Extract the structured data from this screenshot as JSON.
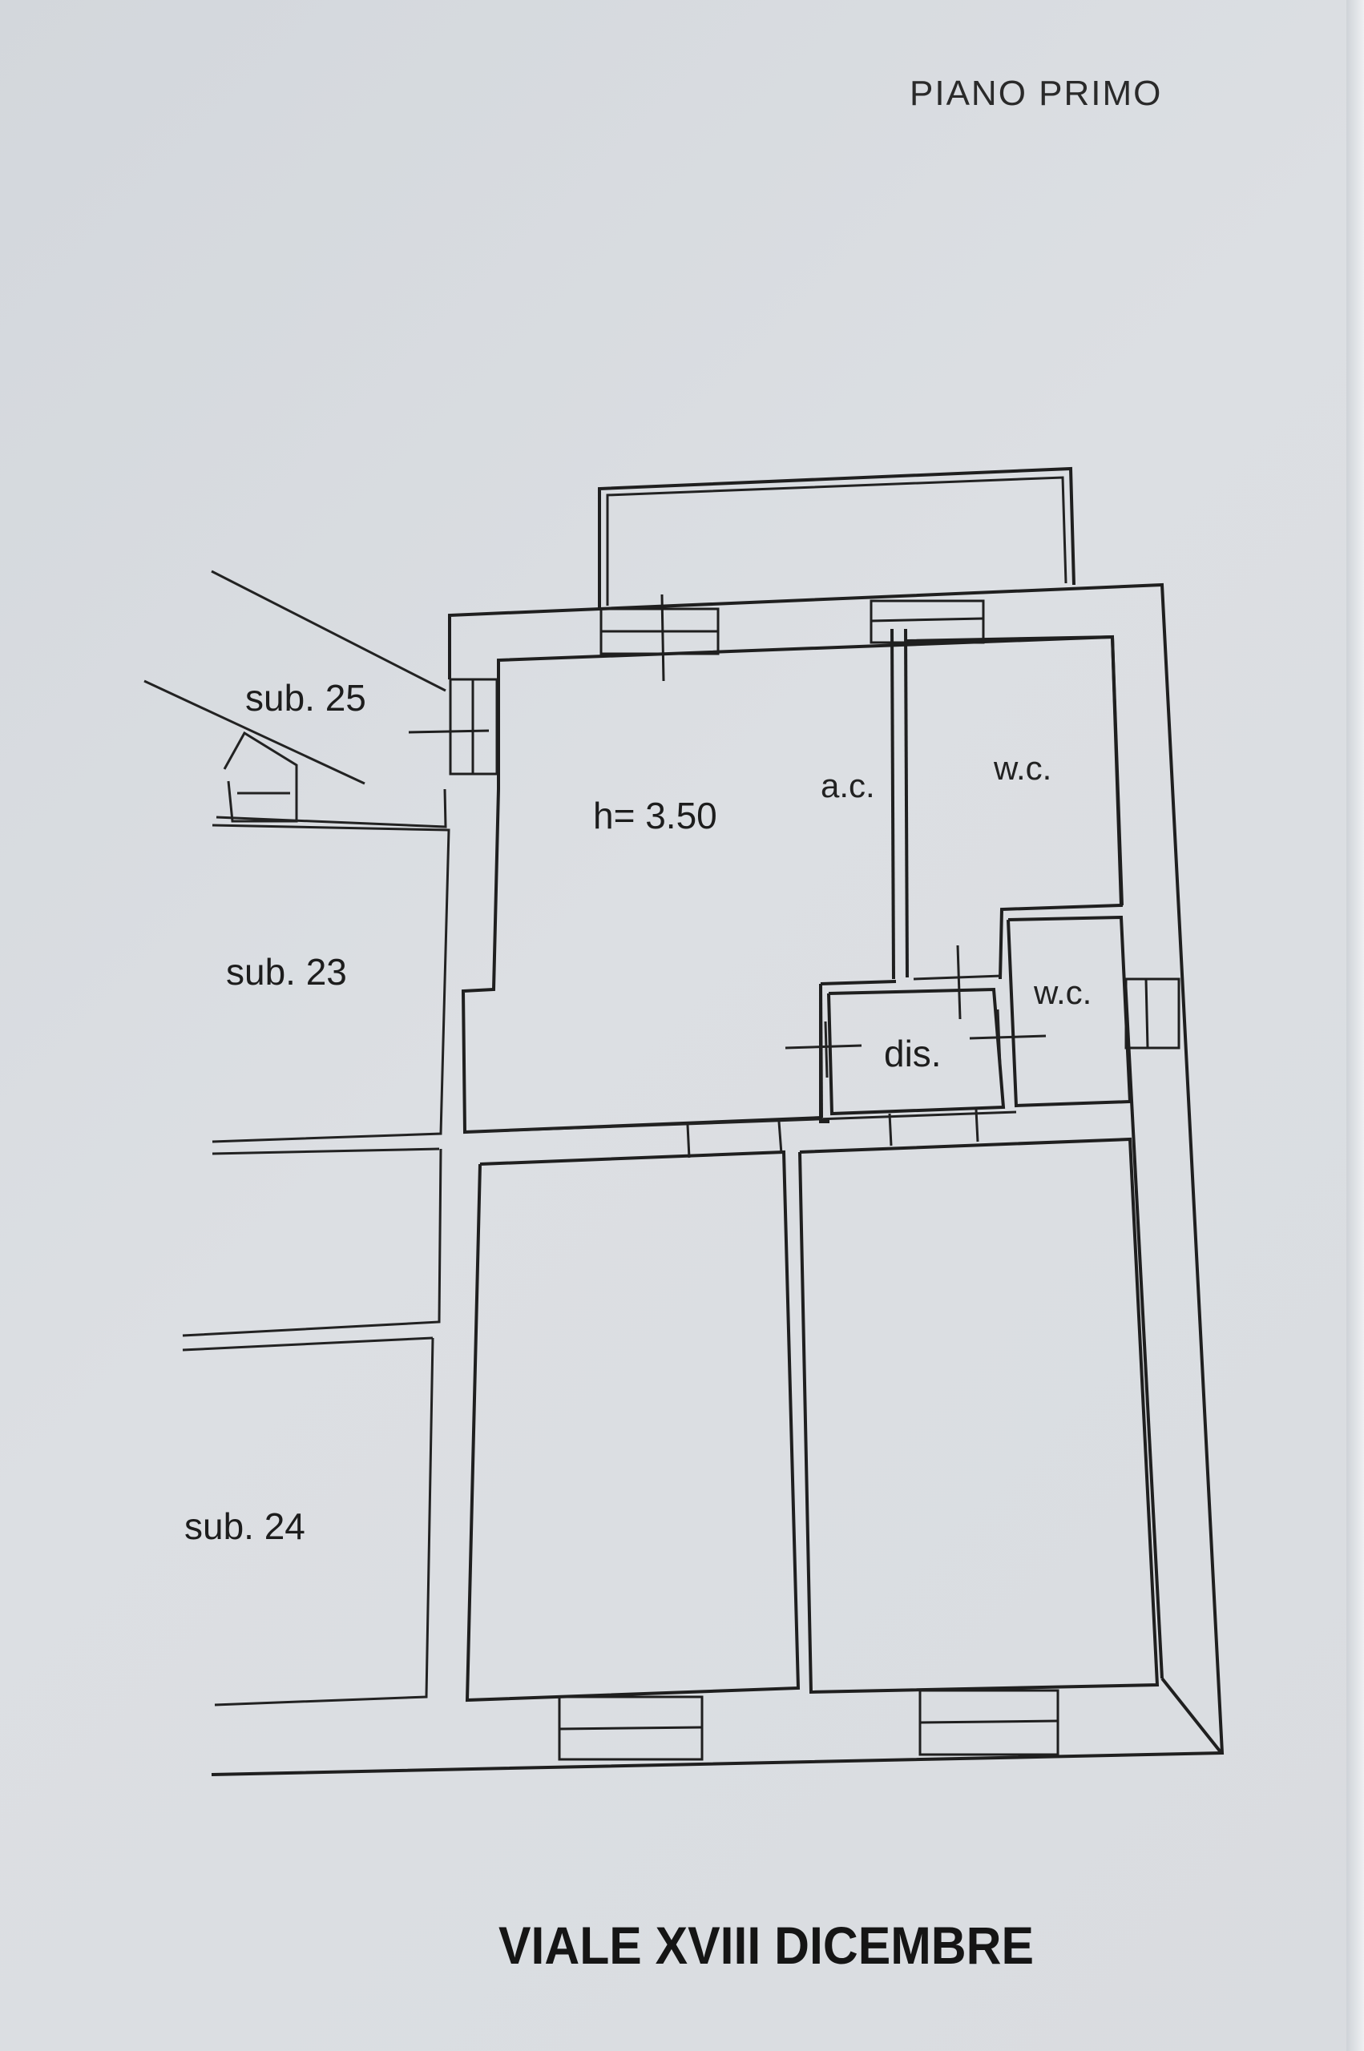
{
  "plan": {
    "floor_title": "PIANO  PRIMO",
    "street_name": "VIALE XVIII DICEMBRE",
    "rooms": {
      "main_height": "h= 3.50",
      "closet": "a.c.",
      "wc_upper": "w.c.",
      "wc_lower": "w.c.",
      "hallway": "dis."
    },
    "neighbors": {
      "sub25": "sub. 25",
      "sub23": "sub. 23",
      "sub24": "sub. 24"
    }
  }
}
